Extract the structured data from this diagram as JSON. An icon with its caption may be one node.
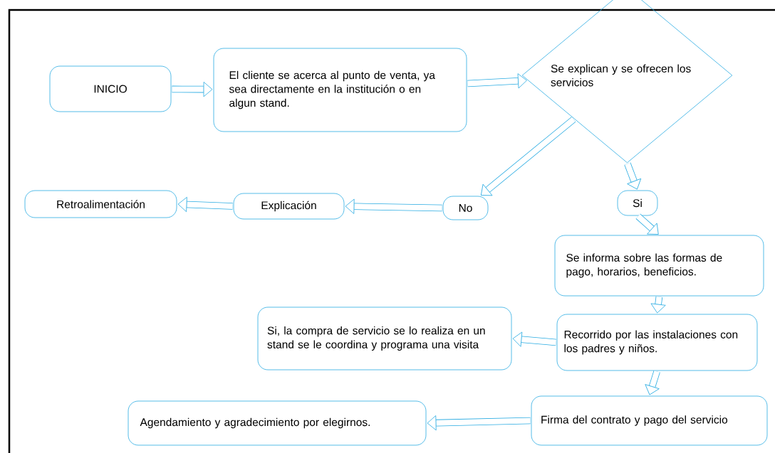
{
  "diagram": {
    "nodes": [
      {
        "text": [
          "INICIO"
        ]
      },
      {
        "text": [
          "El cliente se acerca al punto de venta, ya sea directamente en la institución o en algun stand."
        ]
      },
      {
        "text": [
          "Se explican y se ofrecen los servicios"
        ]
      },
      {
        "text": [
          "Retroalimentación"
        ]
      },
      {
        "text": [
          "Explicación"
        ]
      },
      {
        "text": [
          "No"
        ]
      },
      {
        "text": [
          "Si"
        ]
      },
      {
        "text": [
          "Se informa sobre las formas de pago, horarios, beneficios."
        ]
      },
      {
        "text": [
          "Recorrido por las instalaciones con los padres y niños."
        ]
      },
      {
        "text": [
          "Si, la compra de servicio se lo realiza en un stand se le coordina y programa una visita"
        ]
      },
      {
        "text": [
          "Firma del contrato y pago del servicio"
        ]
      },
      {
        "text": [
          "Agendamiento y agradecimiento por elegirnos."
        ]
      }
    ],
    "edges": [
      {
        "from": 0,
        "to": 1,
        "arrow": "to"
      },
      {
        "from": 1,
        "to": 2,
        "arrow": "to"
      },
      {
        "from": 2,
        "to": 5,
        "arrow": "to"
      },
      {
        "from": 2,
        "to": 6,
        "arrow": "to"
      },
      {
        "from": 5,
        "to": 4,
        "arrow": "to"
      },
      {
        "from": 4,
        "to": 3,
        "arrow": "to"
      },
      {
        "from": 6,
        "to": 7,
        "arrow": "to"
      },
      {
        "from": 7,
        "to": 8,
        "arrow": "to"
      },
      {
        "from": 8,
        "to": 9,
        "arrow": "to"
      },
      {
        "from": 8,
        "to": 10,
        "arrow": "to"
      },
      {
        "from": 10,
        "to": 11,
        "arrow": "to"
      }
    ]
  }
}
